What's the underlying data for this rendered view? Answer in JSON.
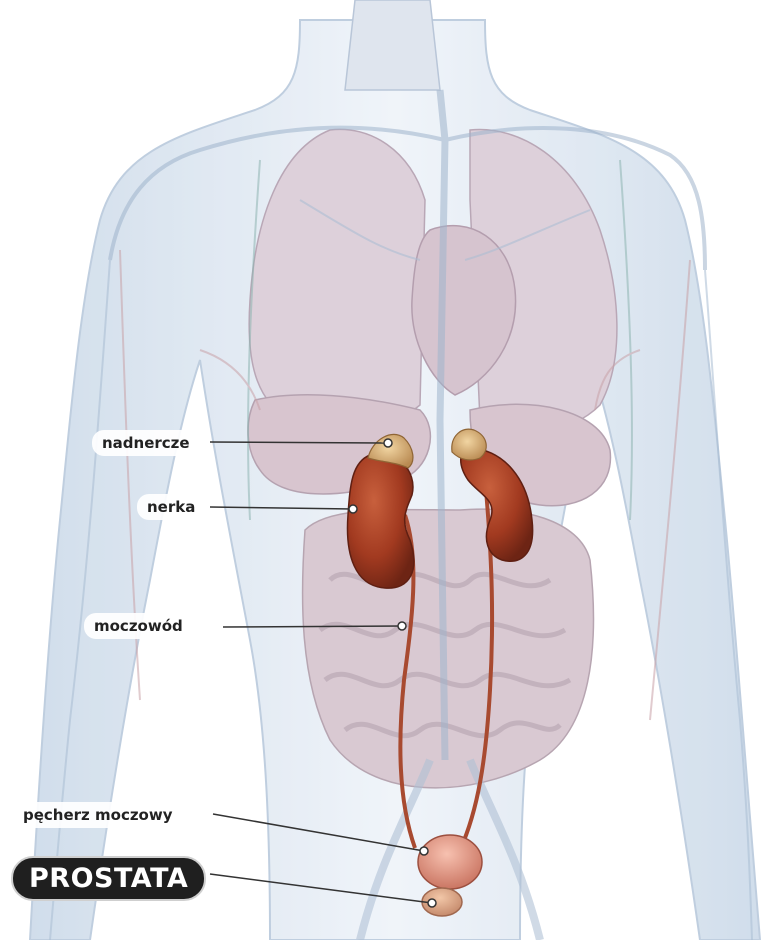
{
  "labels": {
    "adrenal": "nadnercze",
    "kidney": "nerka",
    "ureter": "moczowód",
    "bladder": "pęcherz moczowy",
    "prostate": "PROSTATA"
  },
  "colors": {
    "organ_red": "#a63d22",
    "adrenal_tan": "#d9b27a",
    "bladder_pink": "#e39a88",
    "body_blue": "#dbe6f1",
    "vessel_blue": "#9fb4cc",
    "vessel_red": "#c9a2a8",
    "viscera_mauve": "#d8c6d0",
    "label_dark": "#1f1f1f"
  }
}
